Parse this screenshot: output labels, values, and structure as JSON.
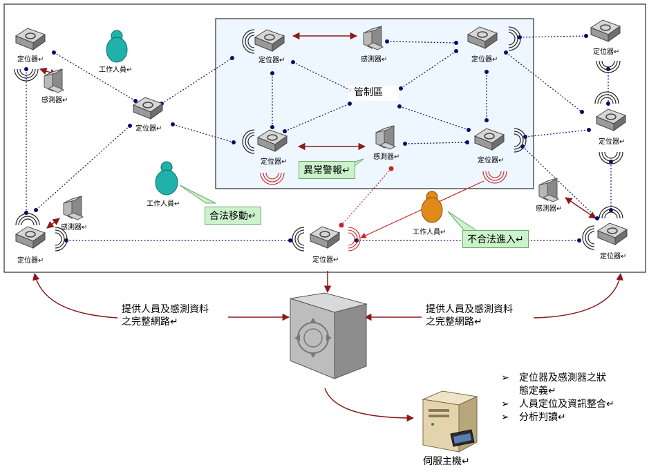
{
  "zone": {
    "label": "管制區"
  },
  "labels": {
    "locator": "定位器↵",
    "sensor": "感測器↵",
    "worker": "工作人員↵",
    "server": "伺服主機↵"
  },
  "callouts": {
    "abnormal_alarm": "異常警報↵",
    "legal_move": "合法移動↵",
    "illegal_entry": "不合法進入↵"
  },
  "network_text": {
    "left": [
      "提供人員及感測資料",
      "之完整網路↵"
    ],
    "right": [
      "提供人員及感測資料",
      "之完整網路↵"
    ]
  },
  "bullets": {
    "marker": "➢",
    "items": [
      "定位器及感測器之狀",
      "態定義↵",
      "人員定位及資訊整合↵",
      "分析判讀↵"
    ]
  },
  "colors": {
    "dotted_link": "#1a1a80",
    "red_link": "#cc2222",
    "dark_red_arrow": "#8b1a1a",
    "worker_teal": "#20b2aa",
    "worker_orange": "#e08a1a",
    "callout_green": "#ccf2cc",
    "zone_fill": "#eef6ff"
  }
}
